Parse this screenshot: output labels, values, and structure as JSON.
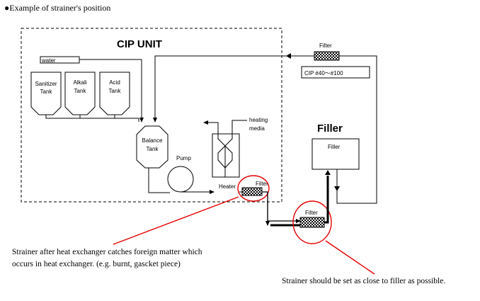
{
  "heading": "●Example of strainer's position",
  "cip_unit": {
    "title": "CIP UNIT",
    "water_label": "water",
    "tanks": [
      {
        "line1": "Sanitizer",
        "line2": "Tank"
      },
      {
        "line1": "Alkali",
        "line2": "Tank"
      },
      {
        "line1": "Acid",
        "line2": "Tank"
      }
    ],
    "balance_tank": {
      "line1": "Balance",
      "line2": "Tank"
    },
    "pump_label": "Pump",
    "heater_label": "Heater",
    "heating_media": {
      "line1": "heating",
      "line2": "media"
    },
    "filter_label": "Filter"
  },
  "return_line": {
    "filter_label": "Filter",
    "cip_mesh_label": "CIP  #40～#100"
  },
  "filler": {
    "title": "Filler",
    "box_label": "Filler",
    "inline_filter_label": "Filter"
  },
  "annotations": {
    "heat_exchanger_note_line1": "Strainer after heat exchanger catches foreign matter which",
    "heat_exchanger_note_line2": "occurs in heat exchanger. (e.g. burnt, gascket piece)",
    "filler_note": "Strainer should be set as close to filler as possible."
  },
  "colors": {
    "line": "#000000",
    "highlight": "#e60000"
  }
}
